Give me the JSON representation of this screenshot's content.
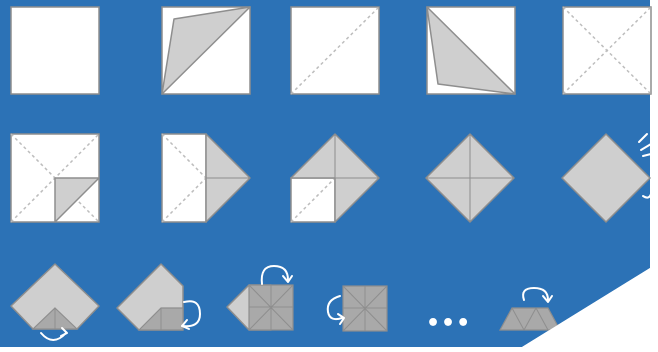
{
  "colors": {
    "background": "#2c72b6",
    "paper_white": "#ffffff",
    "paper_grey": "#cfcfcf",
    "paper_dark": "#a9a9a9",
    "outline": "#8e8e8e",
    "fold_line": "#bdbdbd",
    "arrow": "#ffffff"
  },
  "diagram": {
    "steps": [
      {
        "id": "step-1",
        "name": "blank-square"
      },
      {
        "id": "step-2",
        "name": "diagonal-fold-top-right"
      },
      {
        "id": "step-3",
        "name": "diagonal-crease"
      },
      {
        "id": "step-4",
        "name": "diagonal-fold-top-left"
      },
      {
        "id": "step-5",
        "name": "both-diagonal-creases"
      },
      {
        "id": "step-6",
        "name": "fold-bottom-right-corner-in"
      },
      {
        "id": "step-7",
        "name": "fold-right-corners-in"
      },
      {
        "id": "step-8",
        "name": "fold-three-corners-in"
      },
      {
        "id": "step-9",
        "name": "fold-four-corners-in"
      },
      {
        "id": "step-10",
        "name": "blintz-diamond"
      },
      {
        "id": "step-11",
        "name": "fold-in-half"
      },
      {
        "id": "step-12",
        "name": "turn-over"
      },
      {
        "id": "step-13",
        "name": "rotate-and-squash"
      },
      {
        "id": "step-14",
        "name": "square-base"
      },
      {
        "id": "step-15",
        "name": "continue"
      },
      {
        "id": "step-16",
        "name": "final-shape"
      }
    ],
    "ellipsis": "•••"
  }
}
